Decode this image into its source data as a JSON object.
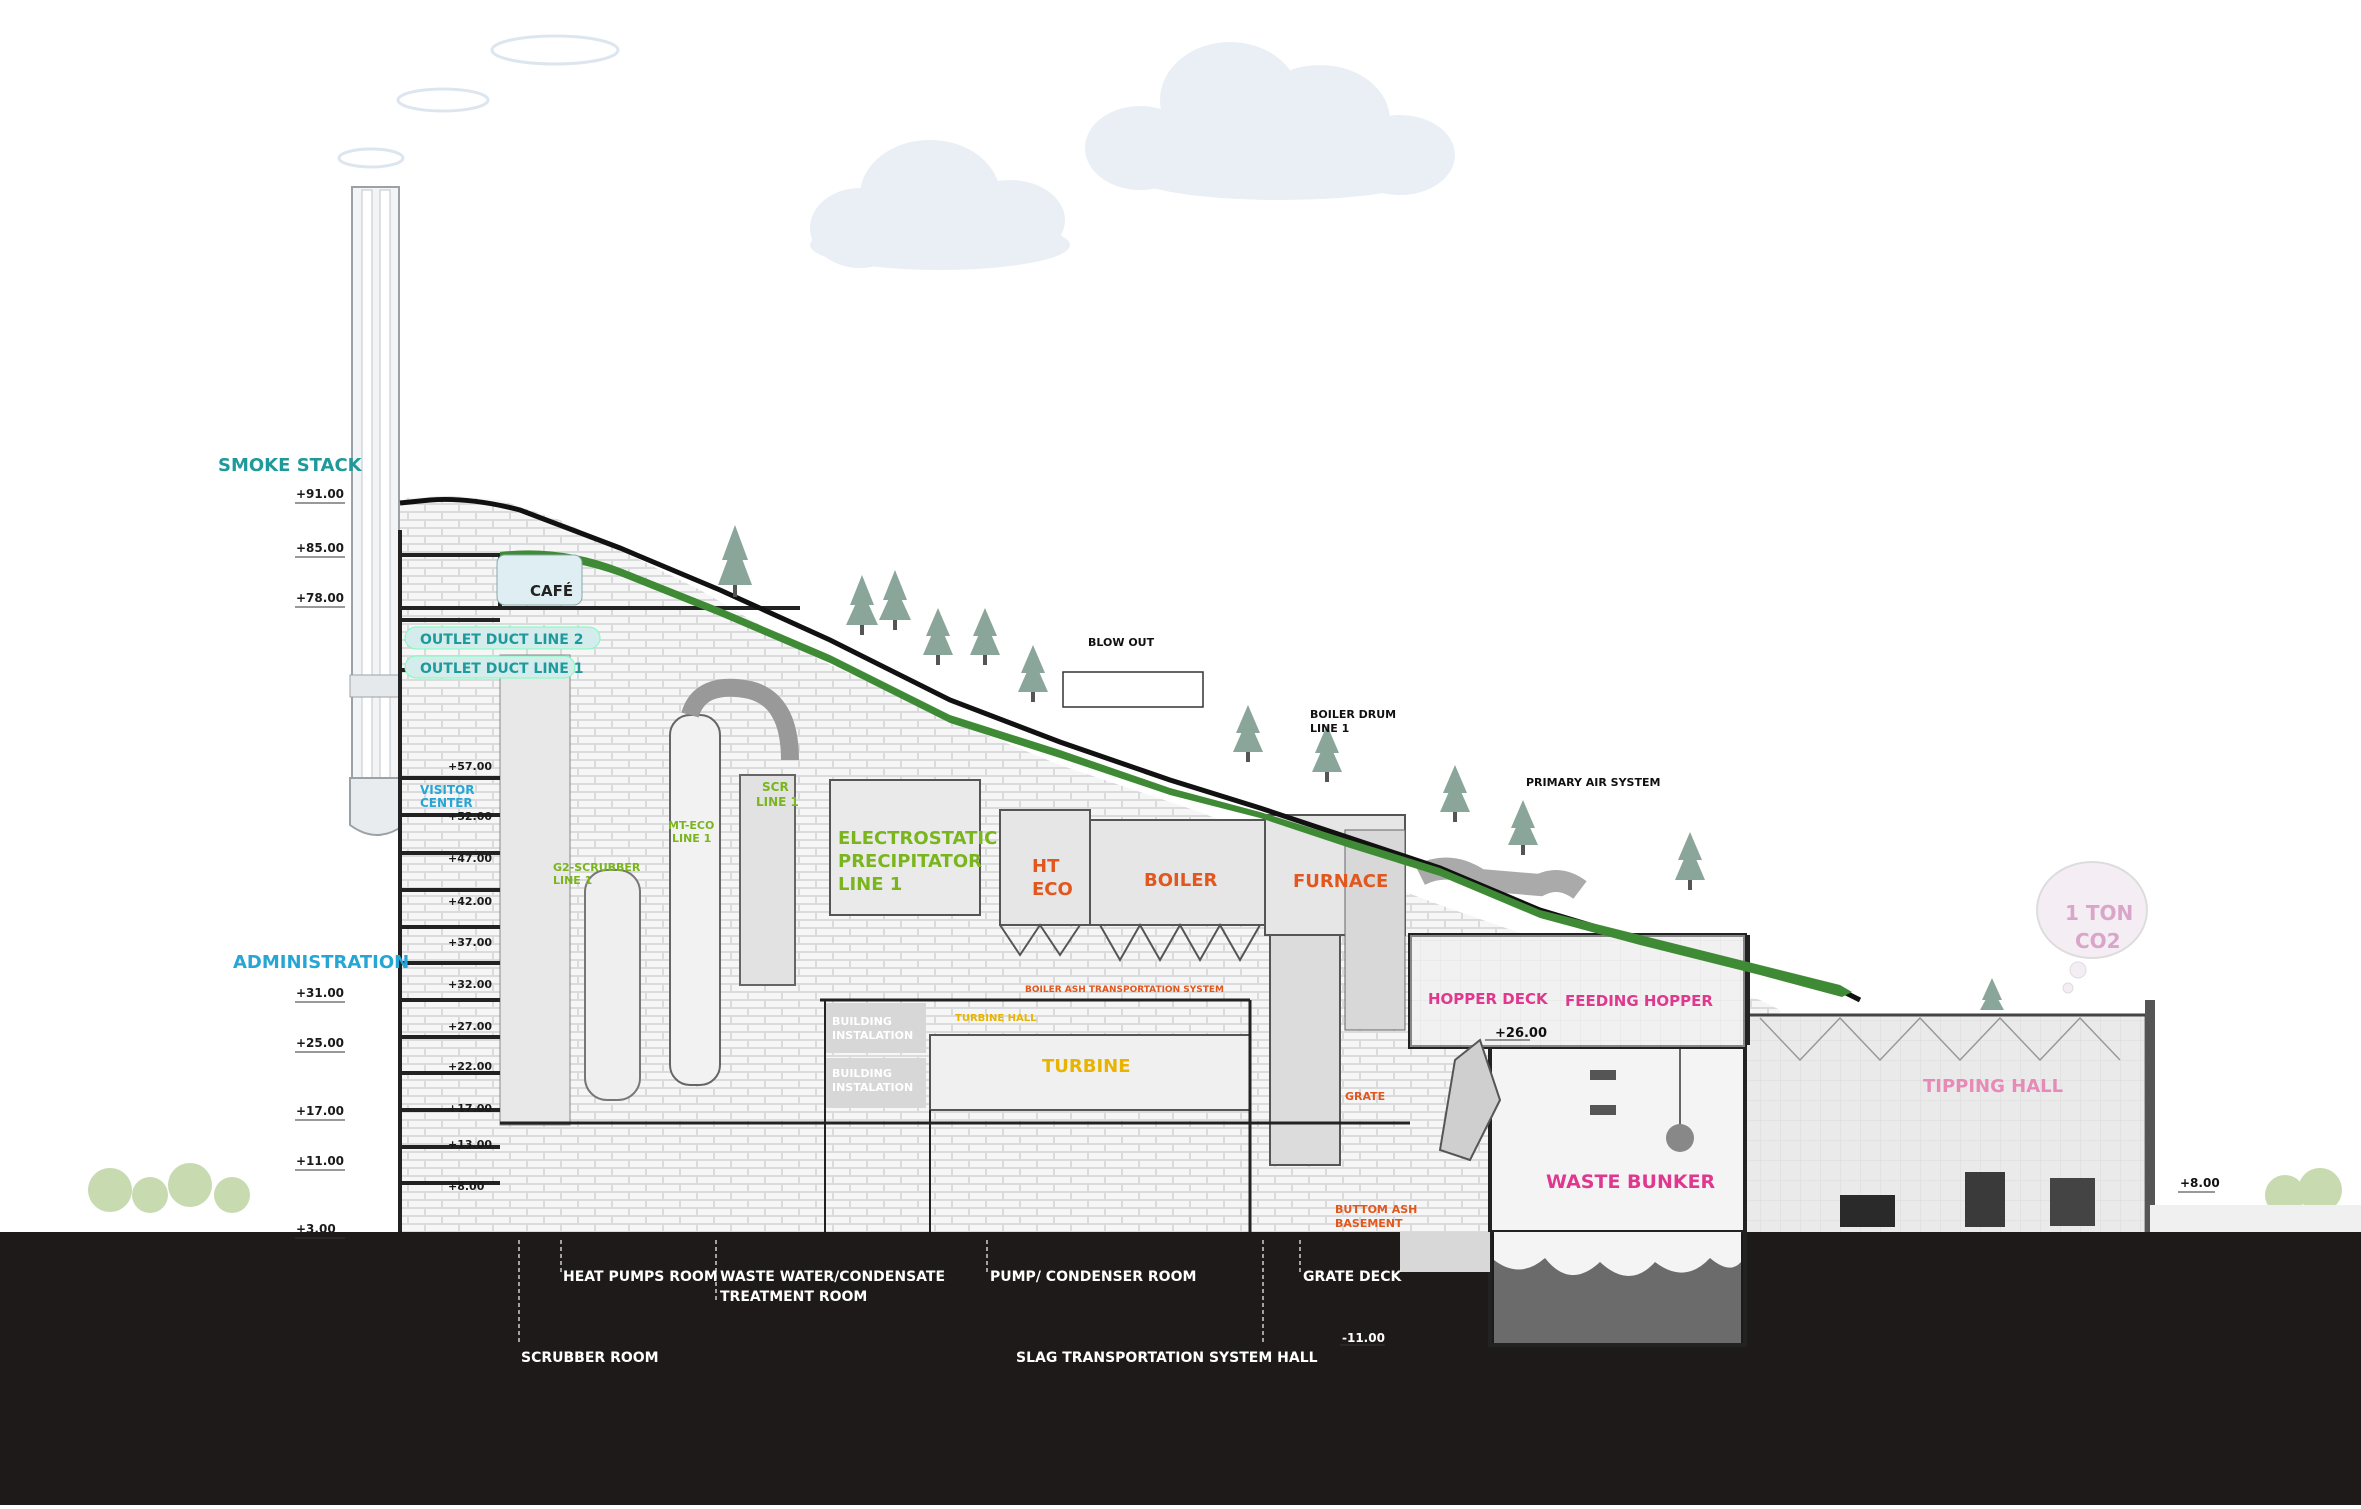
{
  "colors": {
    "teal": "#1f9a9a",
    "cyan": "#27a6d6",
    "green": "#7ab51d",
    "orange": "#e2571e",
    "magenta": "#e0378f",
    "yellow": "#e8b400",
    "roof_green": "#3f8a35",
    "ground": "#1f1a1a"
  },
  "labels": {
    "smoke_stack": "SMOKE STACK",
    "administration": "ADMINISTRATION",
    "cafe": "CAFÉ",
    "outlet_duct_2": "OUTLET DUCT LINE 2",
    "outlet_duct_1": "OUTLET DUCT LINE 1",
    "visitor_center_1": "VISITOR",
    "visitor_center_2": "CENTER",
    "g2_scrubber_1": "G2-SCRUBBER",
    "g2_scrubber_2": "LINE 1",
    "mt_eco_1": "MT-ECO",
    "mt_eco_2": "LINE 1",
    "scr_1": "SCR",
    "scr_2": "LINE 1",
    "esp_1": "ELECTROSTATIC",
    "esp_2": "PRECIPITATOR",
    "esp_3": "LINE 1",
    "ht_1": "HT",
    "ht_2": "ECO",
    "boiler": "BOILER",
    "furnace": "FURNACE",
    "blow_out": "BLOW OUT",
    "boiler_drum_1": "BOILER DRUM",
    "boiler_drum_2": "LINE 1",
    "primary_air": "PRIMARY AIR SYSTEM",
    "co2_1": "1 TON",
    "co2_2": "CO2",
    "hopper_deck": "HOPPER DECK",
    "feeding_hopper": "FEEDING HOPPER",
    "tipping_hall": "TIPPING HALL",
    "waste_bunker": "WASTE BUNKER",
    "turbine": "TURBINE",
    "turbine_hall": "TURBINE HALL",
    "building_inst_a1": "BUILDING",
    "building_inst_a2": "INSTALATION",
    "building_inst_b1": "BUILDING",
    "building_inst_b2": "INSTALATION",
    "boiler_ash": "BOILER ASH TRANSPORTATION SYSTEM",
    "grate": "GRATE",
    "bottom_ash_1": "BUTTOM ASH",
    "bottom_ash_2": "BASEMENT",
    "heat_pumps_room": "HEAT PUMPS ROOM",
    "waste_water_1": "WASTE WATER/CONDENSATE",
    "waste_water_2": "TREATMENT ROOM",
    "pump_condenser": "PUMP/ CONDENSER ROOM",
    "grate_deck": "GRATE DECK",
    "scrubber_room": "SCRUBBER ROOM",
    "slag_hall": "SLAG TRANSPORTATION SYSTEM HALL"
  },
  "levels_left": [
    "+91.00",
    "+85.00",
    "+78.00",
    "+31.00",
    "+25.00",
    "+17.00",
    "+11.00",
    "+3.00"
  ],
  "levels_inner": [
    "+57.00",
    "+52.00",
    "+47.00",
    "+42.00",
    "+37.00",
    "+32.00",
    "+27.00",
    "+22.00",
    "+17.00",
    "+13.00",
    "+8.00"
  ],
  "level_plus26": "+26.00",
  "level_plus8": "+8.00",
  "level_minus11": "-11.00"
}
